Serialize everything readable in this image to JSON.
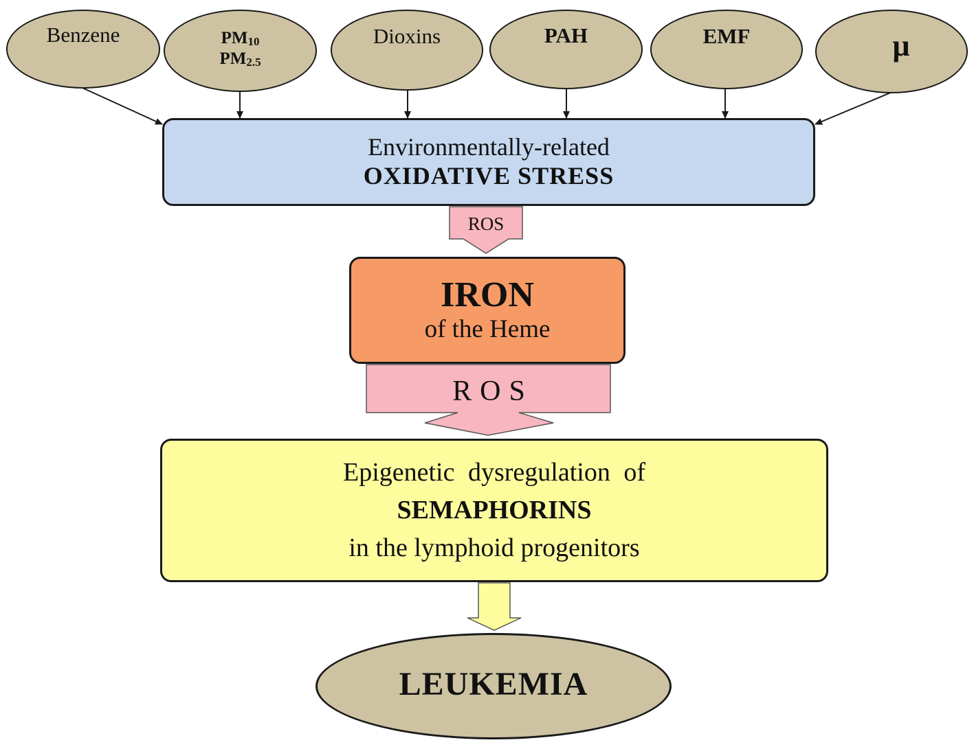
{
  "sources": [
    {
      "id": "benzene",
      "label": "Benzene"
    },
    {
      "id": "pm",
      "line1": "PM",
      "sub1": "10",
      "line2": "PM",
      "sub2": "2.5"
    },
    {
      "id": "dioxins",
      "label": "Dioxins"
    },
    {
      "id": "pah",
      "label": "PAH"
    },
    {
      "id": "emf",
      "label": "EMF"
    },
    {
      "id": "mu",
      "label": "μ"
    }
  ],
  "oxidative_stress": {
    "line1": "Environmentally-related",
    "line2": "OXIDATIVE STRESS"
  },
  "ros_arrow_1": {
    "label": "ROS"
  },
  "iron": {
    "line1": "IRON",
    "line2": "of the Heme"
  },
  "ros_arrow_2": {
    "label": "ROS"
  },
  "semaphorins": {
    "line1": "Epigenetic dysregulation of",
    "line2": "SEMAPHORINS",
    "line3": "in the lymphoid progenitors"
  },
  "outcome": {
    "label": "LEUKEMIA"
  },
  "colors": {
    "ellipse_fill": "#cdc3a2",
    "stress_fill": "#c5d8ef",
    "iron_fill": "#f79b66",
    "semaphorin_fill": "#fdfd9e",
    "ros_arrow_fill": "#f8b6c0",
    "yellow_arrow_fill": "#fdfd9e",
    "outline": "#1a1a1a"
  }
}
